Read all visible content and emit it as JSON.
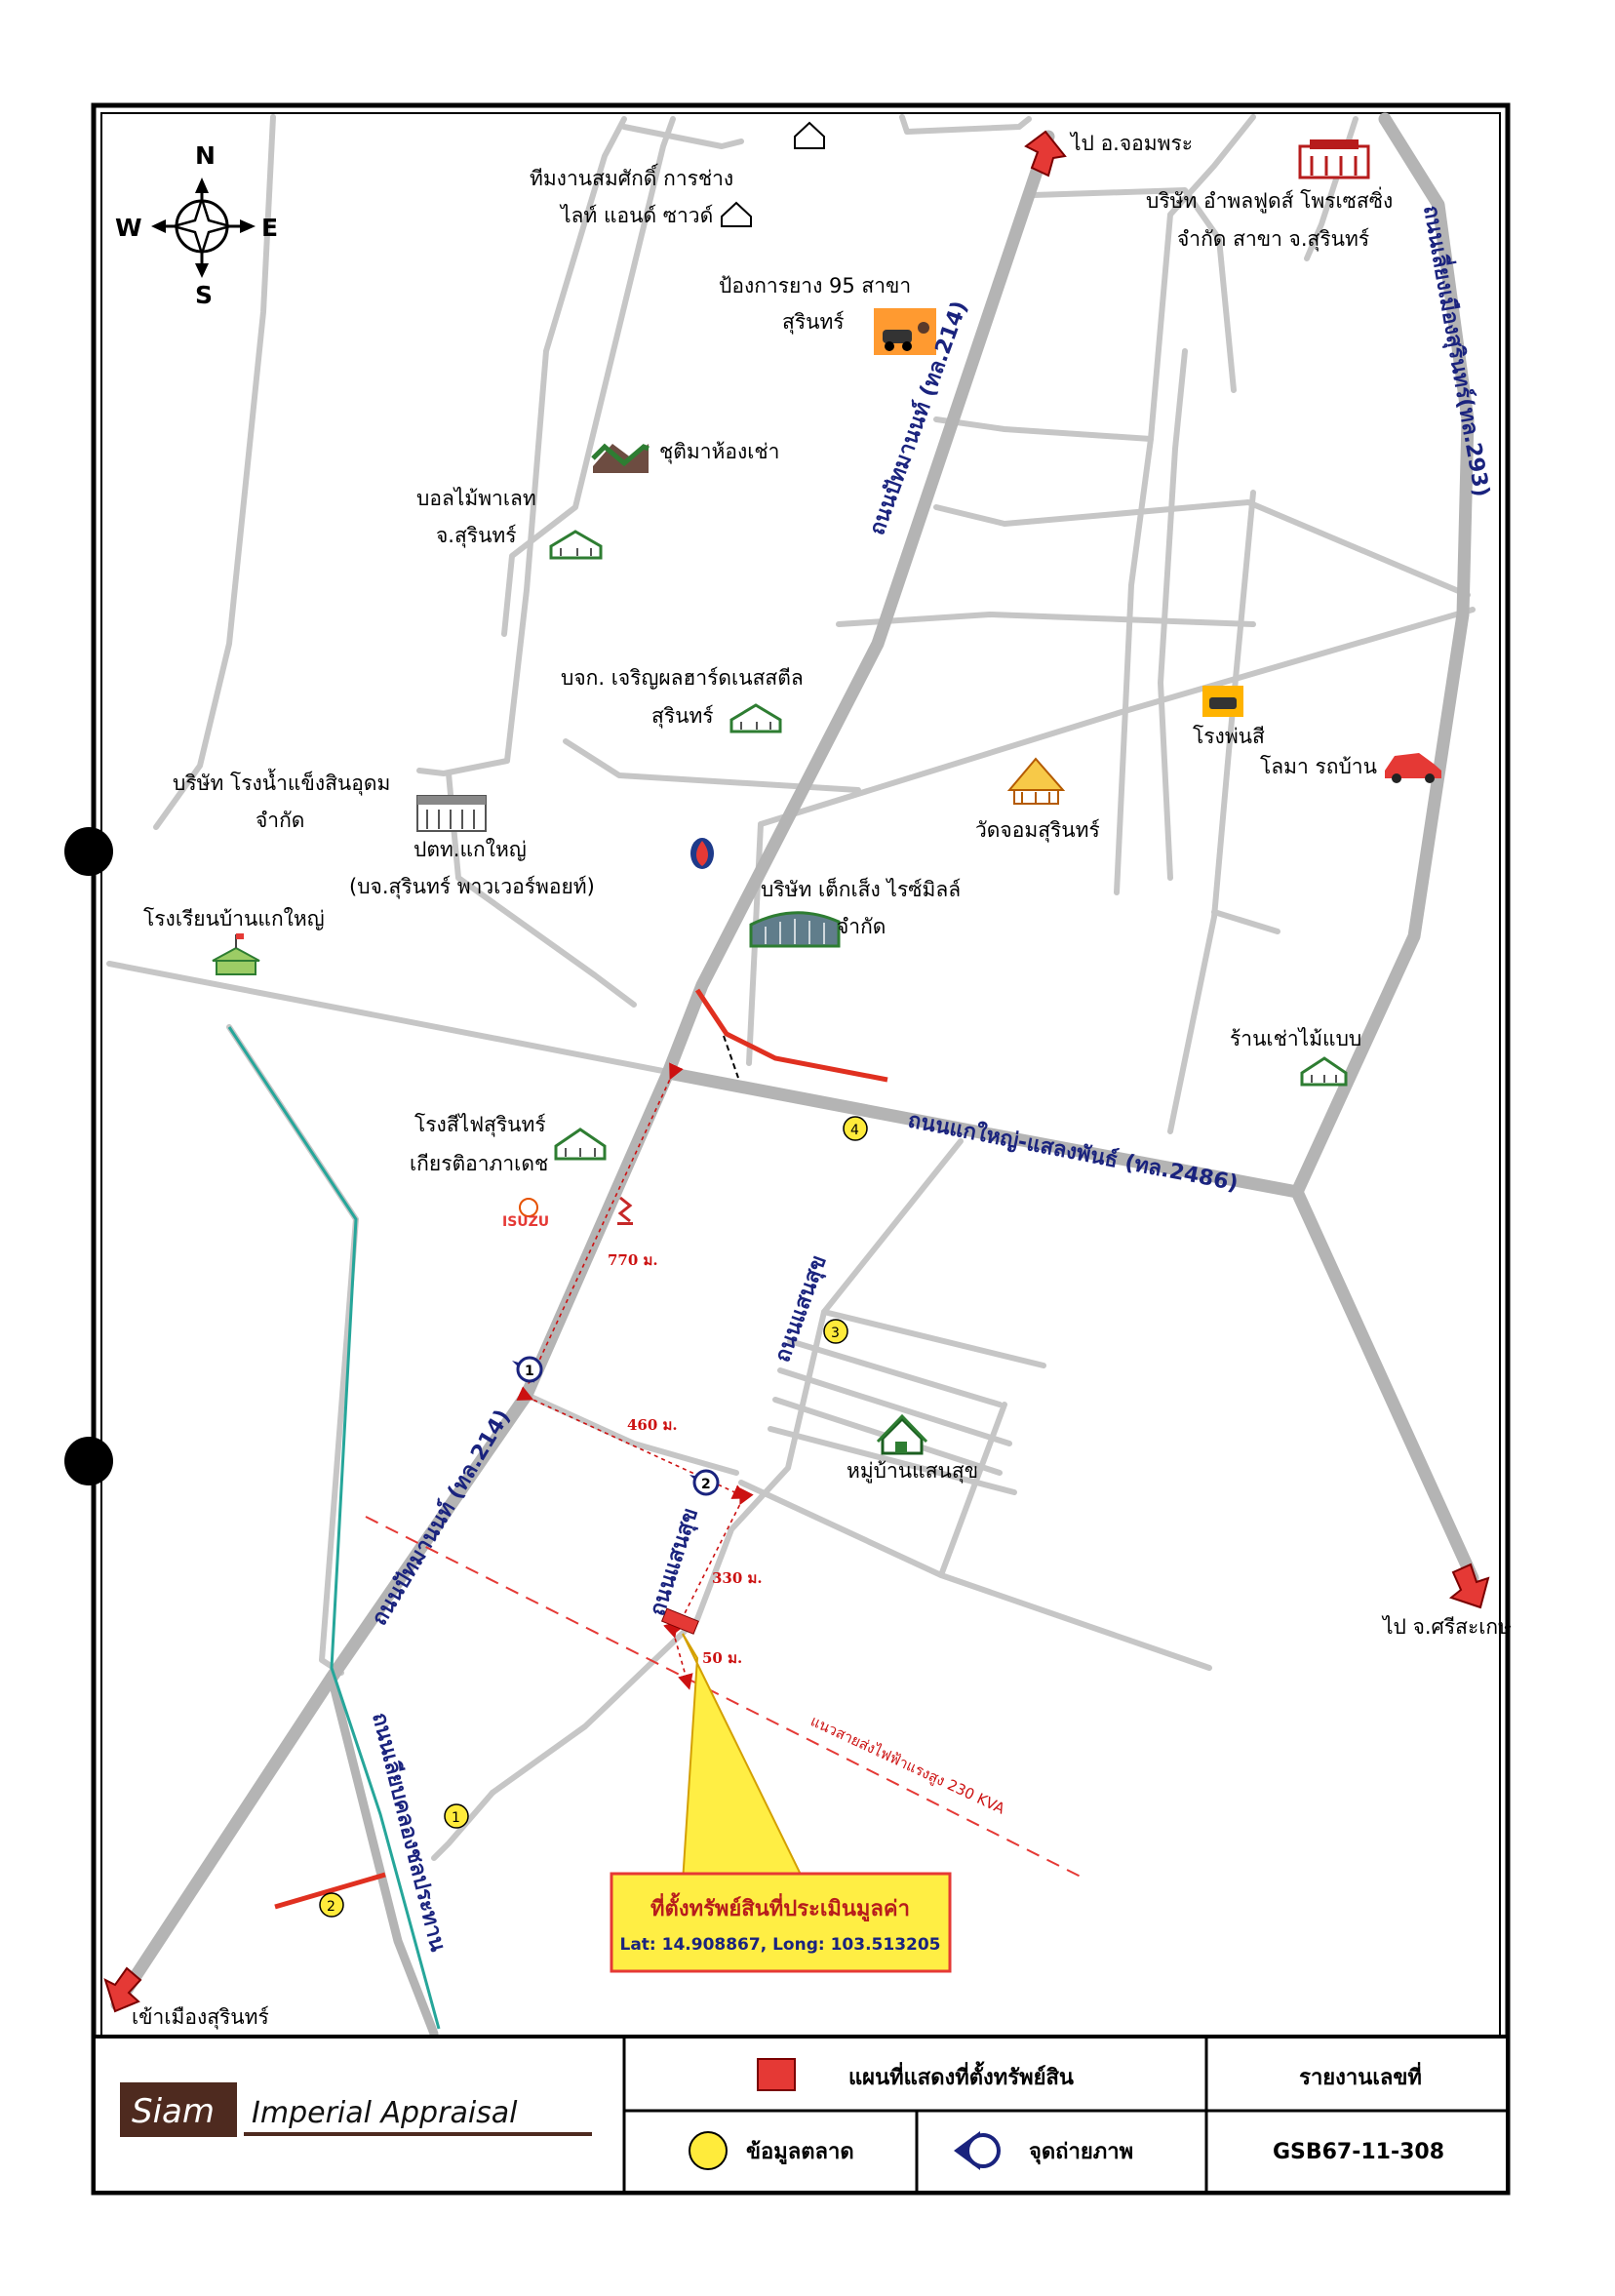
{
  "compass": {
    "n": "N",
    "s": "S",
    "e": "E",
    "w": "W"
  },
  "directions": {
    "to_chom_phra": "ไป อ.จอมพระ",
    "to_sisaket": "ไป จ.ศรีสะเกษ",
    "to_surin_city": "เข้าเมืองสุรินทร์"
  },
  "roads": {
    "hwy214_north": "ถนนปัทมานนท์ (ทล.214)",
    "hwy214_south": "ถนนปัทมานนท์ (ทล.214)",
    "hwy293": "ถนนเลี่ยงเมืองสุรินทร์(ทล.293)",
    "hwy2486": "ถนนแกใหญ่-แสลงพันธ์ (ทล.2486)",
    "saensuk_1": "ถนนแสนสุข",
    "saensuk_2": "ถนนแสนสุข",
    "canal_road": "ถนนเลียบคลองชลประทาน",
    "powerline": "แนวสายส่งไฟฟ้าแรงสูง 230 KVA"
  },
  "places": {
    "somsak_1": "ทีมงานสมศักดิ์ การช่าง",
    "somsak_2": "ไลท์ แอนด์ ซาวด์",
    "tire_1": "ป้องการยาง 95 สาขา",
    "tire_2": "สุรินทร์",
    "ampol_1": "บริษัท อำพลฟูดส์ โพรเซสซิ่ง",
    "ampol_2": "จำกัด สาขา จ.สุรินทร์",
    "chutima": "ชุติมาห้องเช่า",
    "pallet_1": "บอลไม้พาเลท",
    "pallet_2": "จ.สุรินทร์",
    "charoen_1": "บจก. เจริญผลฮาร์ดเนสสตีล",
    "charoen_2": "สุรินทร์",
    "paint_shop": "โรงพ่นสี",
    "loma": "โลมา รถบ้าน",
    "ice_1": "บริษัท โรงน้ำแข็งสินอุดม",
    "ice_2": "จำกัด",
    "pea_1": "ปตท.แกใหญ่",
    "pea_2": "(บจ.สุรินทร์ พาวเวอร์พอยท์)",
    "temple": "วัดจอมสุรินทร์",
    "rice_1": "บริษัท เต็กเส็ง ไรซ์มิลล์",
    "rice_2": "จำกัด",
    "school": "โรงเรียนบ้านแกใหญ่",
    "formwork": "ร้านเช่าไม้แบบ",
    "mill_1": "โรงสีไฟสุรินทร์",
    "mill_2": "เกียรติอาภาเดช",
    "isuzu": "ISUZU",
    "village": "หมู่บ้านแสนสุข"
  },
  "distances": {
    "d770": "770 ม.",
    "d460": "460 ม.",
    "d330": "330 ม.",
    "d50": "50 ม."
  },
  "markers": {
    "p1": "1",
    "p2": "2",
    "m1": "1",
    "m2": "2",
    "m3": "3",
    "m4": "4"
  },
  "subject": {
    "title": "ที่ตั้งทรัพย์สินที่ประเมินมูลค่า",
    "coords": "Lat: 14.908867,  Long: 103.513205"
  },
  "legend": {
    "company_siam": "Siam",
    "company_rest": "Imperial Appraisal",
    "subject_label": "แผนที่แสดงที่ตั้งทรัพย์สิน",
    "market_label": "ข้อมูลตลาด",
    "photo_label": "จุดถ่ายภาพ",
    "report_label": "รายงานเลขที่",
    "report_no": "GSB67-11-308"
  },
  "colors": {
    "subject": "#e53935",
    "market": "#ffeb3b",
    "photo": "#1a237e",
    "road_label": "#1a237e",
    "canal": "#26a69a",
    "arrow": "#e53935",
    "powerline": "#e53935",
    "subject_box": "#ffee44"
  }
}
